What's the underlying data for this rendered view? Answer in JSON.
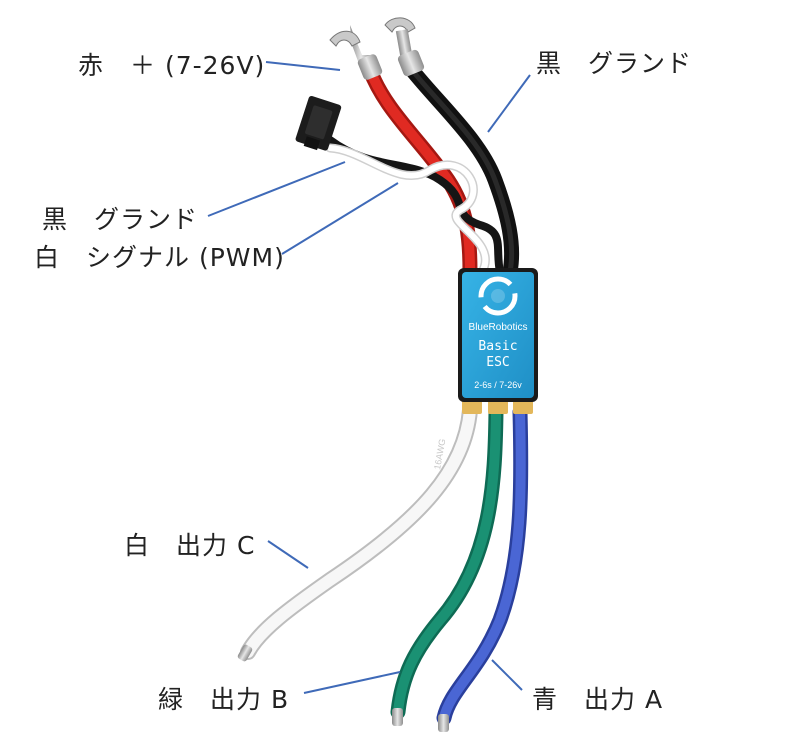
{
  "labels": {
    "red_plus": "赤　＋ (7-26V)",
    "black_ground_power": "黒　グランド",
    "black_ground_signal": "黒　グランド",
    "white_signal": "白　シグナル (PWM)",
    "white_out_c": "白　出力 C",
    "green_out_b": "緑　出力 B",
    "blue_out_a": "青　出力 A"
  },
  "esc": {
    "brand": "BlueRobotics",
    "model_line1": "Basic",
    "model_line2": "ESC",
    "spec": "2-6s / 7-26v",
    "awg_print": "16AWG"
  },
  "colors": {
    "red_wire": "#d8231c",
    "black_wire": "#1a1a1a",
    "green_wire": "#17866a",
    "blue_wire": "#3b57c4",
    "white_wire": "#f2f2f2",
    "esc_body": "#2aa5d8",
    "leader_line": "#3f6ab8"
  }
}
